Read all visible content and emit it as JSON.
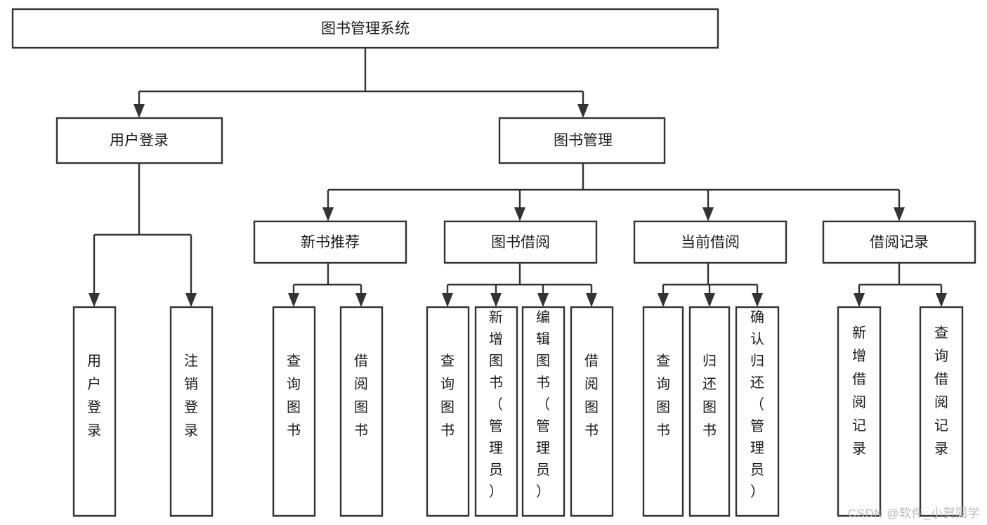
{
  "diagram": {
    "title": "图书管理系统",
    "type": "tree-hierarchy",
    "watermark": "CSDN @软件_小贺同学",
    "colors": {
      "box_stroke": "#333333",
      "box_fill": "#ffffff",
      "text": "#1a1a1a",
      "background": "#ffffff",
      "watermark": "#b9b9b9"
    },
    "levels": {
      "root": {
        "label": "图书管理系统"
      },
      "level2": [
        {
          "id": "user-login",
          "label": "用户登录"
        },
        {
          "id": "book-manage",
          "label": "图书管理"
        }
      ],
      "level3": [
        {
          "id": "new-book-recommend",
          "label": "新书推荐",
          "parent": "book-manage"
        },
        {
          "id": "book-borrow",
          "label": "图书借阅",
          "parent": "book-manage"
        },
        {
          "id": "current-borrow",
          "label": "当前借阅",
          "parent": "book-manage"
        },
        {
          "id": "borrow-record",
          "label": "借阅记录",
          "parent": "book-manage"
        }
      ],
      "leaves": [
        {
          "id": "leaf-user-login",
          "label": "用户登录",
          "parent": "user-login"
        },
        {
          "id": "leaf-logout-login",
          "label": "注销登录",
          "parent": "user-login"
        },
        {
          "id": "leaf-query-book-1",
          "label": "查询图书",
          "parent": "new-book-recommend"
        },
        {
          "id": "leaf-borrow-book-1",
          "label": "借阅图书",
          "parent": "new-book-recommend"
        },
        {
          "id": "leaf-query-book-2",
          "label": "查询图书",
          "parent": "book-borrow"
        },
        {
          "id": "leaf-add-book",
          "label": "新增图书（管理员）",
          "parent": "book-borrow"
        },
        {
          "id": "leaf-edit-book",
          "label": "编辑图书（管理员）",
          "parent": "book-borrow"
        },
        {
          "id": "leaf-borrow-book-2",
          "label": "借阅图书",
          "parent": "book-borrow"
        },
        {
          "id": "leaf-query-book-3",
          "label": "查询图书",
          "parent": "current-borrow"
        },
        {
          "id": "leaf-return-book",
          "label": "归还图书",
          "parent": "current-borrow"
        },
        {
          "id": "leaf-confirm-return",
          "label": "确认归还（管理员）",
          "parent": "current-borrow"
        },
        {
          "id": "leaf-add-record",
          "label": "新增借阅记录",
          "parent": "borrow-record"
        },
        {
          "id": "leaf-query-record",
          "label": "查询借阅记录",
          "parent": "borrow-record"
        }
      ]
    }
  }
}
